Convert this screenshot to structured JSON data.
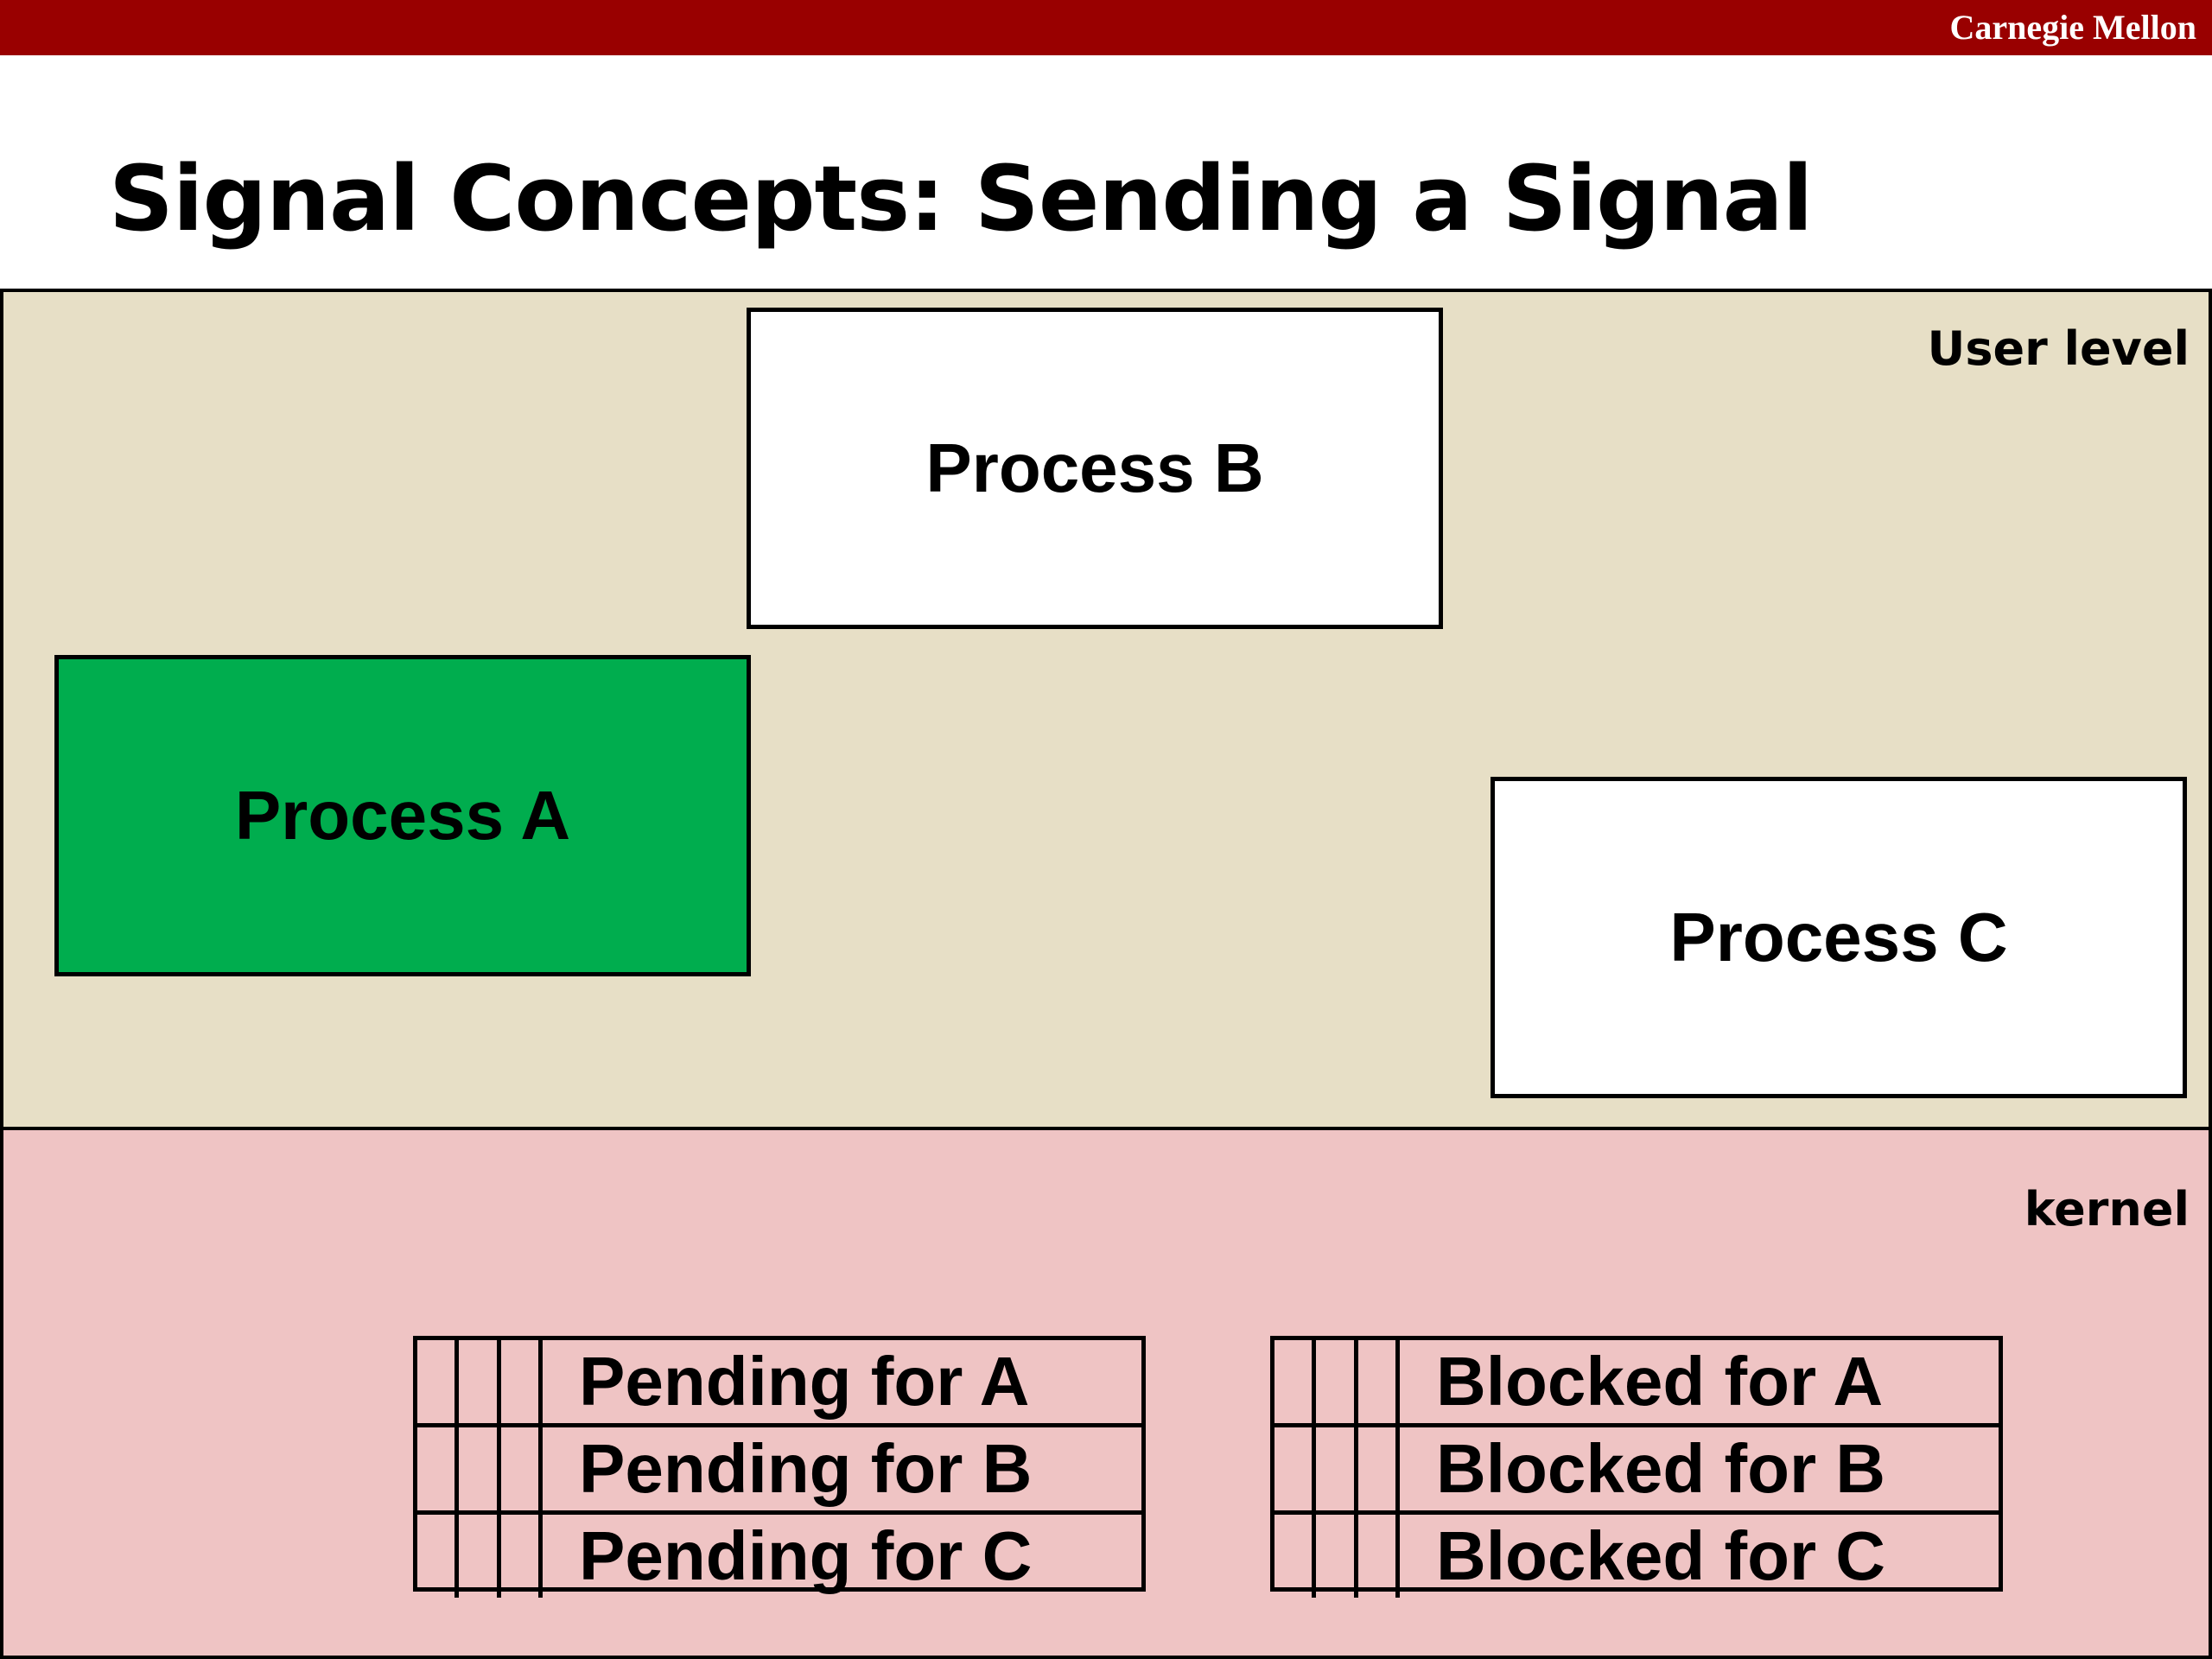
{
  "header": {
    "brand": "Carnegie Mellon",
    "bar_color": "#990000"
  },
  "title": "Signal Concepts: Sending a Signal",
  "regions": {
    "user_level": {
      "label": "User level",
      "color": "#e7dfc6"
    },
    "kernel": {
      "label": "kernel",
      "color": "#efc4c4"
    }
  },
  "processes": [
    {
      "label": "Process A",
      "fill": "#00ad4e"
    },
    {
      "label": "Process B",
      "fill": "#ffffff"
    },
    {
      "label": "Process C",
      "fill": "#ffffff"
    }
  ],
  "tables": {
    "pending": {
      "rows": [
        "Pending for A",
        "Pending for B",
        "Pending for C"
      ]
    },
    "blocked": {
      "rows": [
        "Blocked for A",
        "Blocked for B",
        "Blocked for C"
      ]
    }
  }
}
